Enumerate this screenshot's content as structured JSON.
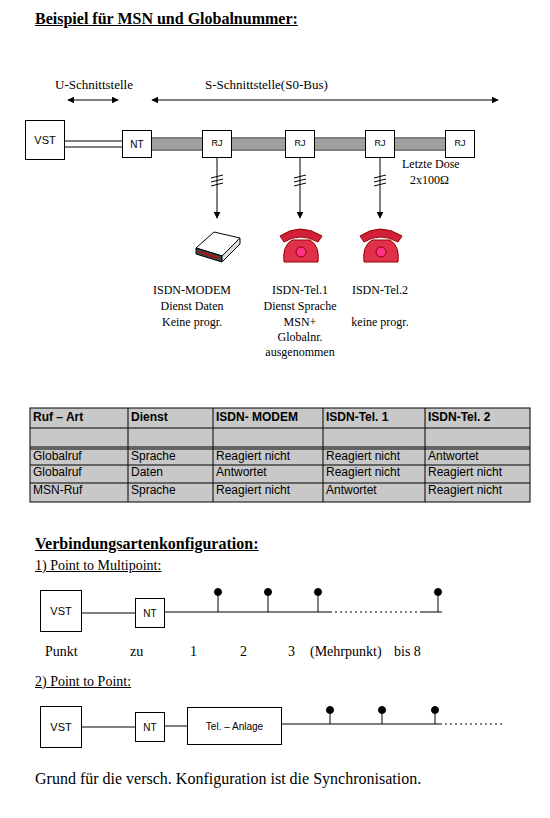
{
  "diagram": {
    "title": "Beispiel für MSN und Globalnummer:",
    "caption": "Grund für die versch. Konfiguration ist die Synchronisation.",
    "nodes": [
      {
        "text": [
          "VST"
        ]
      },
      {
        "text": [
          "NT"
        ]
      },
      {
        "text": [
          "RJ"
        ]
      },
      {
        "text": [
          "RJ"
        ]
      },
      {
        "text": [
          "RJ"
        ]
      },
      {
        "text": [
          "RJ"
        ]
      },
      {
        "text": [
          "VST"
        ]
      },
      {
        "text": [
          "NT"
        ]
      },
      {
        "text": [
          "VST"
        ]
      },
      {
        "text": [
          "NT"
        ]
      },
      {
        "text": [
          "Tel. – Anlage"
        ]
      }
    ],
    "edges": [
      {
        "from": 0,
        "to": 1,
        "arrow": "none"
      },
      {
        "from": 1,
        "to": 2,
        "arrow": "none"
      },
      {
        "from": 2,
        "to": 3,
        "arrow": "none"
      },
      {
        "from": 3,
        "to": 4,
        "arrow": "none"
      },
      {
        "from": 4,
        "to": 5,
        "arrow": "none"
      },
      {
        "from": 6,
        "to": 7,
        "arrow": "none"
      },
      {
        "from": 8,
        "to": 9,
        "arrow": "none"
      },
      {
        "from": 9,
        "to": 10,
        "arrow": "none"
      }
    ],
    "labels": [
      "U-Schnittstelle",
      "S-Schnittstelle(S0-Bus)",
      "Letzte Dose",
      "2x100Ω",
      "ISDN-MODEM",
      "Dienst Daten",
      "Keine progr.",
      "ISDN-Tel.1",
      "Dienst Sprache",
      "MSN+",
      "Globalnr.",
      "ausgenommen",
      "ISDN-Tel.2",
      "keine progr.",
      "Ruf – Art",
      "Dienst",
      "ISDN- MODEM",
      "ISDN-Tel. 1",
      "ISDN-Tel. 2",
      "Globalruf",
      "Sprache",
      "Reagiert nicht",
      "Reagiert nicht",
      "Antwortet",
      "Globalruf",
      "Daten",
      "Antwortet",
      "Reagiert nicht",
      "Reagiert nicht",
      "MSN-Ruf",
      "Sprache",
      "Reagiert nicht",
      "Antwortet",
      "Reagiert nicht",
      "Verbindungsartenkonfiguration:",
      "1) Point to Multipoint:",
      "Punkt",
      "zu",
      "1",
      "2",
      "3",
      "(Mehrpunkt)",
      "bis 8",
      "2) Point to Point:"
    ]
  }
}
